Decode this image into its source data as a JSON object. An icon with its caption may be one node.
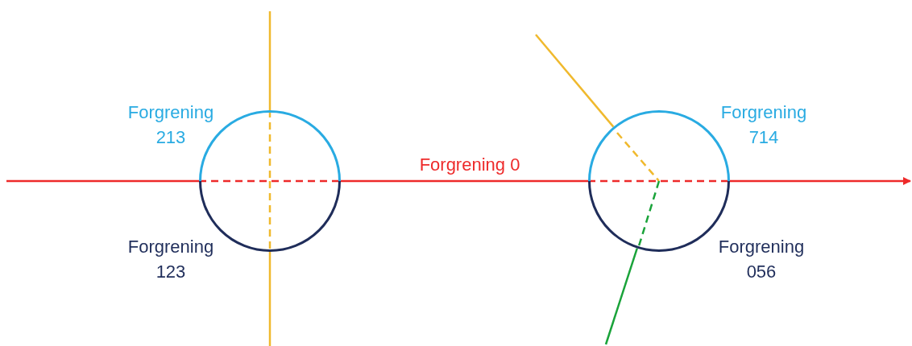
{
  "diagram": {
    "nodes": [
      {
        "text": [],
        "shape": "circle",
        "beside": [
          "Forgrening 213",
          "Forgrening 123"
        ]
      },
      {
        "text": [],
        "shape": "circle",
        "beside": [
          "Forgrening 714",
          "Forgrening 056"
        ]
      }
    ],
    "edges": [
      {
        "from": null,
        "to": 0,
        "arrow": "none",
        "color": "#ee2a2a"
      },
      {
        "from": 0,
        "to": 1,
        "arrow": "none",
        "label": "Forgrening 0",
        "color": "#ee2a2a"
      },
      {
        "from": 1,
        "to": null,
        "arrow": "to",
        "color": "#ee2a2a"
      },
      {
        "from": null,
        "to": 0,
        "arrow": "none",
        "color": "#f0b92d"
      },
      {
        "from": 0,
        "to": null,
        "arrow": "none",
        "color": "#f0b92d"
      },
      {
        "from": null,
        "to": 1,
        "arrow": "none",
        "color": "#f0b92d"
      },
      {
        "from": 1,
        "to": null,
        "arrow": "none",
        "color": "#1aa33a"
      }
    ]
  }
}
